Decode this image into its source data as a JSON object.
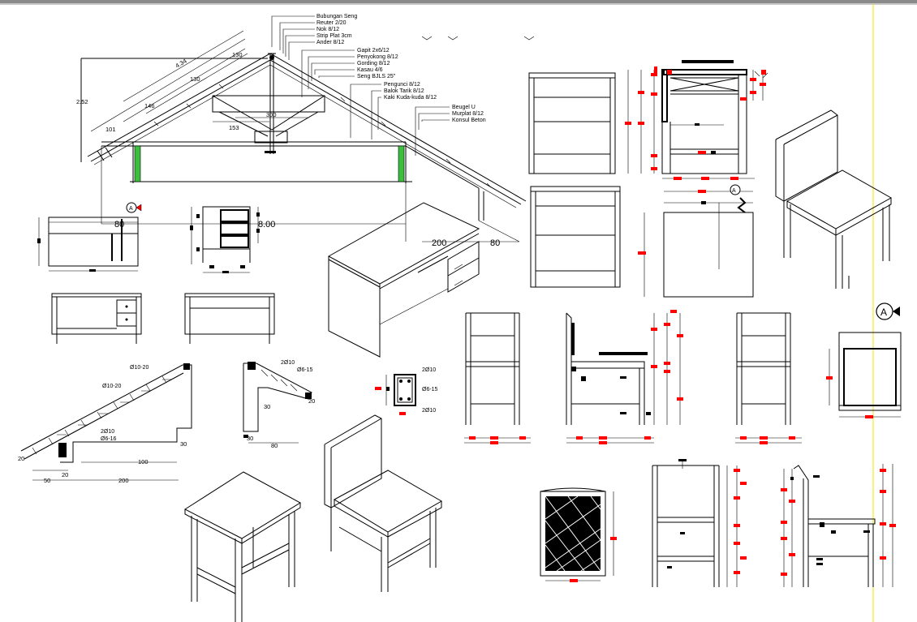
{
  "roof_labels": [
    "Bubungan Seng",
    "Reuter 2/20",
    "Nok 8/12",
    "Strip Plat 3cm",
    "Ander 8/12",
    "Gapit 2x6/12",
    "Penyokong 8/12",
    "Gording 8/12",
    "Kasau 4/6",
    "Seng BJLS 25\"",
    "Pengunci 8/12",
    "Balok Tarik 8/12",
    "Kaki Kuda-kuda 8/12",
    "Beugel U",
    "Murplat 8/12",
    "Konsul Beton"
  ],
  "roof_dims": {
    "d434": "4.34",
    "d130a": "130",
    "d130b": "130",
    "d146": "146",
    "d101": "101",
    "d252": "2.52",
    "d300": "300",
    "d153": "153"
  },
  "desk_dims": {
    "d80a": "80",
    "d800": "8.00",
    "d200": "200",
    "d80b": "80"
  },
  "stair_labels": {
    "a": "Ø10-20",
    "b": "Ø10-20",
    "c": "2Ø10",
    "d": "Ø6-16",
    "e": "2Ø10",
    "f": "Ø6-15",
    "g": "2Ø10",
    "h": "Ø6-15",
    "i": "2Ø10"
  },
  "stair_dims": {
    "s20a": "20",
    "s30a": "30",
    "s100": "100",
    "s20b": "20",
    "s50": "50",
    "s200": "200",
    "s30b": "30",
    "s30c": "30",
    "s80": "80",
    "s20c": "20"
  },
  "section_marker": "A",
  "colors": {
    "dimension_tag": "#ff0000",
    "green_post": "#3cbf3c",
    "guide_line": "#f2e600"
  }
}
